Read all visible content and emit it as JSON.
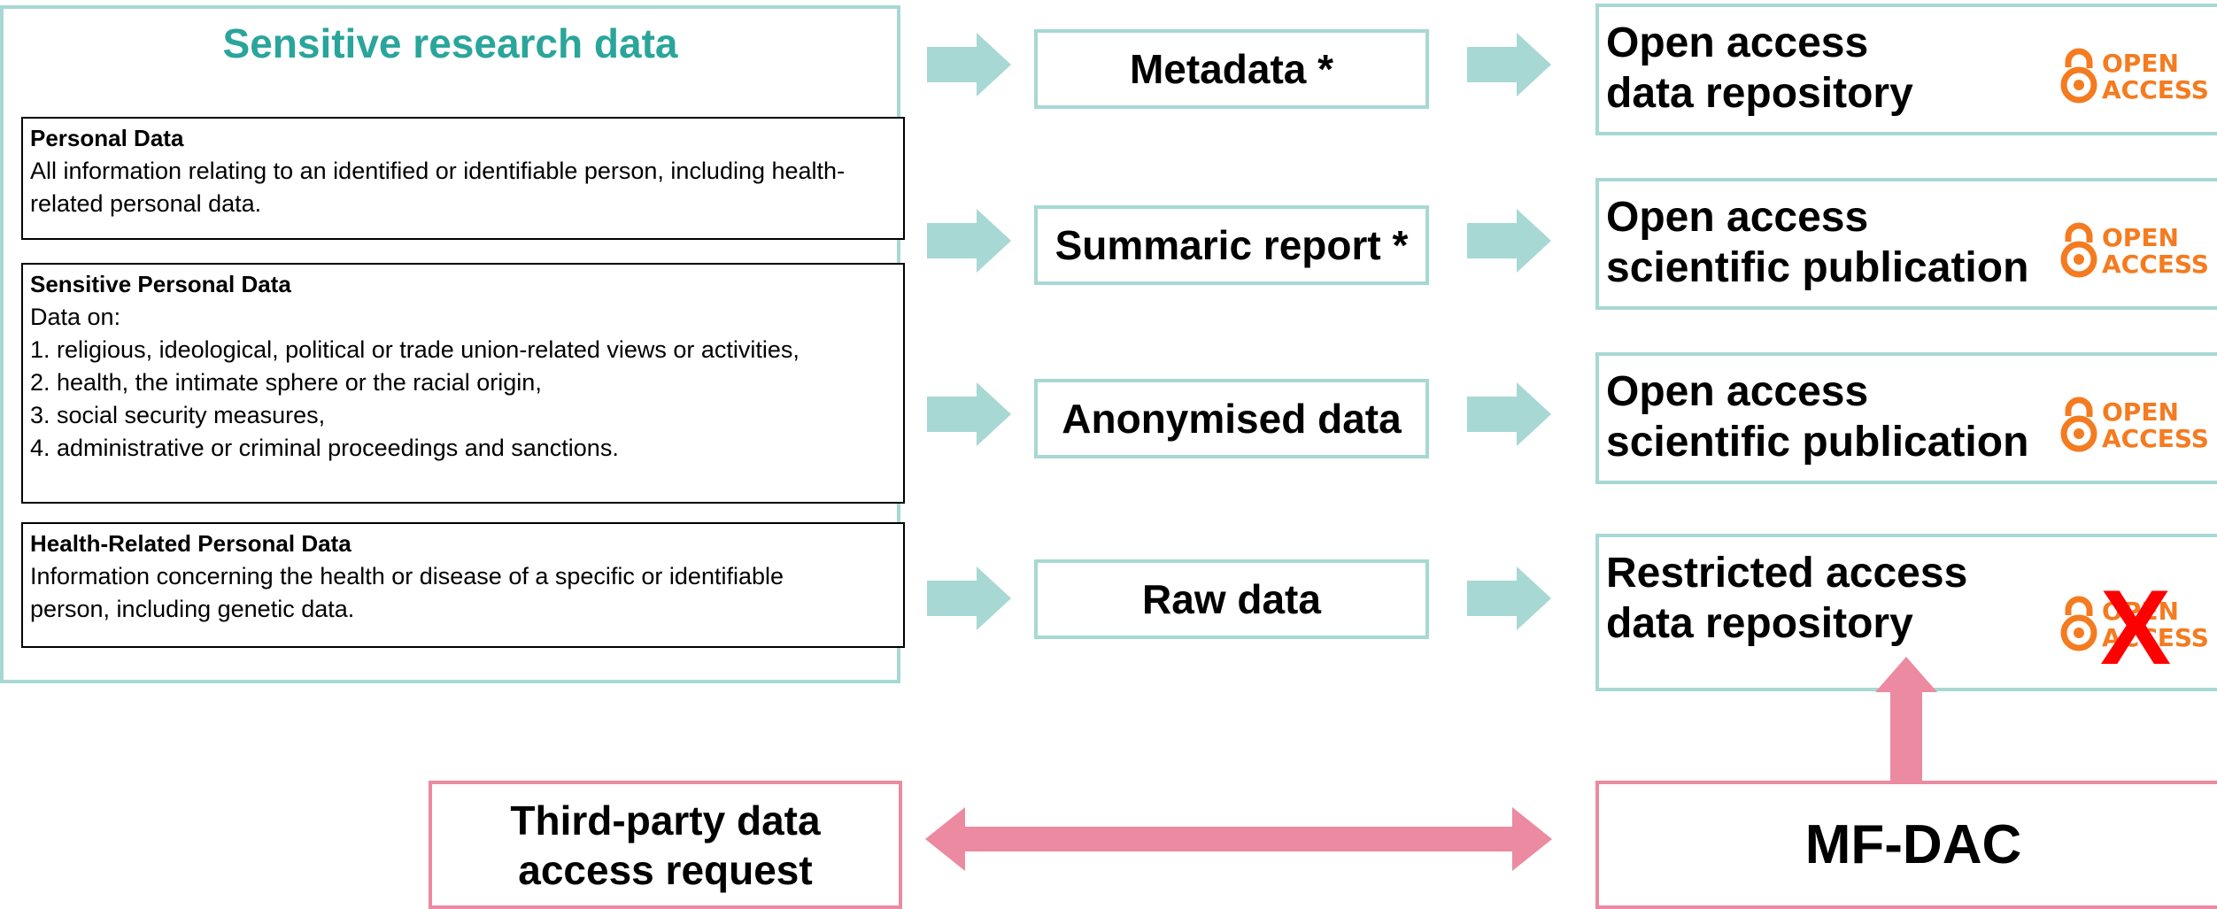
{
  "left_panel": {
    "title": "Sensitive research data",
    "personal": {
      "heading": "Personal Data",
      "text1": "All information relating to an identified or identifiable person, including health-",
      "text2": "related personal data."
    },
    "sensitive": {
      "heading": "Sensitive Personal Data",
      "intro": "Data on:",
      "items": [
        "1. religious, ideological, political or trade union-related views or activities,",
        "2. health, the intimate sphere or the racial origin,",
        "3. social security measures,",
        "4. administrative or criminal proceedings and sanctions."
      ]
    },
    "health": {
      "heading": "Health-Related Personal Data",
      "text1": "Information concerning the health or disease of a specific or identifiable",
      "text2": "person, including genetic data."
    }
  },
  "middle": [
    {
      "label": "Metadata *"
    },
    {
      "label": "Summaric report *"
    },
    {
      "label": "Anonymised data"
    },
    {
      "label": "Raw data"
    }
  ],
  "right": [
    {
      "line1": "Open access",
      "line2": "data repository",
      "restricted": false
    },
    {
      "line1": "Open access",
      "line2": "scientific publication",
      "restricted": false
    },
    {
      "line1": "Open access",
      "line2": "scientific publication",
      "restricted": false
    },
    {
      "line1": "Restricted access",
      "line2": "data repository",
      "restricted": true
    }
  ],
  "open_access_logo": {
    "word1": "OPEN",
    "word2": "ACCESS",
    "color": "#f47b20"
  },
  "restricted_mark": {
    "glyph": "X",
    "color": "#ff0000"
  },
  "third_party": {
    "line1": "Third-party data",
    "line2": "access request"
  },
  "mfdac": {
    "label": "MF-DAC"
  },
  "colors": {
    "teal_border": "#a7d8d4",
    "teal_title": "#2aa59b",
    "pink": "#eb8aa0"
  }
}
